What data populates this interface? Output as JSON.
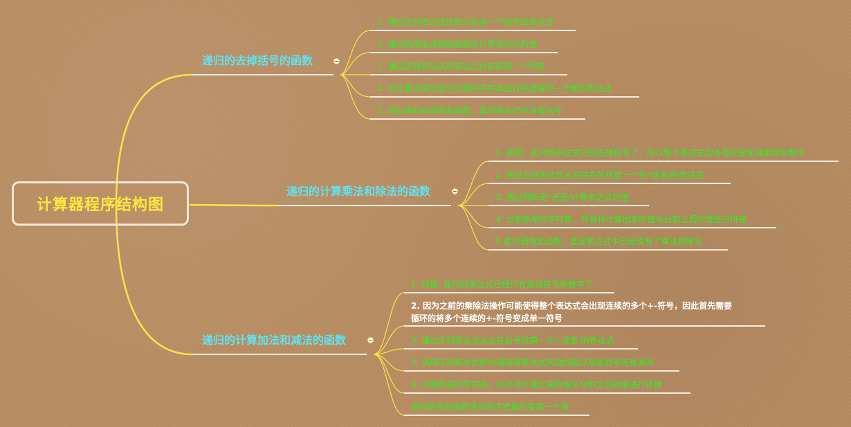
{
  "root": {
    "title": "计算器程序结构图"
  },
  "branches": [
    {
      "title": "递归的去掉括号的函数",
      "items": [
        "1. 通过正则表达式找到只包含一个括号的表达式",
        "2. 通过调用加减乘除函数来计算表达式的值",
        "3. 通过正则表达式将表达式分割获得一个列表",
        "4. 将计算出来的值与分割的字符串进行拼接得到一个新的表达式",
        "5. 然后递归的调用此函数，直到表达式中没有括号"
      ]
    },
    {
      "title": "递归的计算乘法和除法的函数",
      "items": [
        "1. 前提：此时的表达式已经去掉括号了，所以整个表达式现多有的是加减乘除和数字",
        "2. 通过正则表达式从左往右先找第一个有*或者/的表达式",
        "3. 通过判断是*还是/计算表达式的值",
        "4. 分割原来的字符串，并且将计算出来的值与分割之后的值进行拼接",
        "5.递归调用此函数，直至表达式中已经没有了乘法和除法"
      ]
    },
    {
      "title": "递归的计算加法和减法的函数",
      "items": [
        "1. 前提: 此时的表达式已经只有加减符号和数字了",
        "2. 因为之前的乘除法操作可能使得整个表达式会出现连续的多个+-符号，因此首先需要",
        "循环的将多个连续的+-符号变成单一符号",
        "3. 通过正则表达式从左往右寻找第一个+或者-的表达式",
        "3. 调用正则表达式的分组获得表达式两边的值以及是加号还是减号",
        "4. 分割原来的字符串，并且将计算出来的值与分割之后的值进行拼接",
        "递归调用此函数直到表达式最后变成一个值"
      ]
    }
  ],
  "colors": {
    "background": "#b98d62",
    "root_text": "#ffe63c",
    "branch_text": "#5fe3f2",
    "leaf_text": "#2ef021",
    "connector": "#ffe24a",
    "underline": "#f3ede0"
  }
}
